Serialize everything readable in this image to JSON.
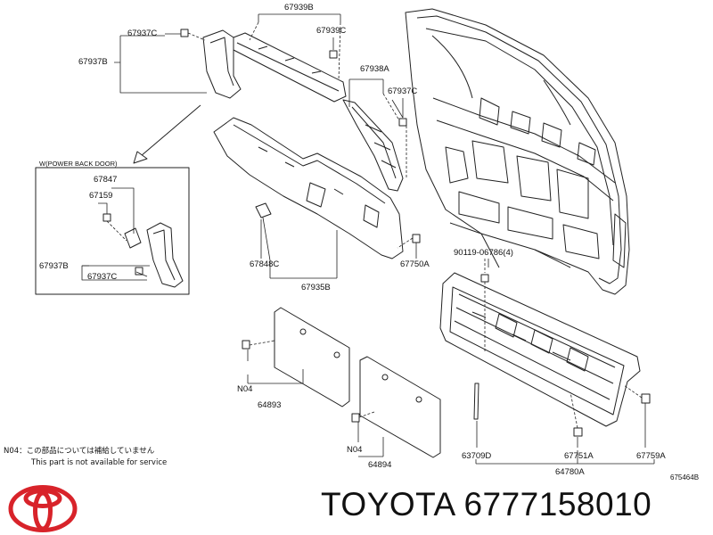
{
  "diagram": {
    "part_labels": {
      "p67939B": "67939B",
      "p67937C_top": "67937C",
      "p67939C": "67939C",
      "p67937B_top": "67937B",
      "p67938A": "67938A",
      "p67937C_right": "67937C",
      "inset_title": "W(POWER BACK DOOR)",
      "p67847": "67847",
      "p67159": "67159",
      "p67937B_inset": "67937B",
      "p67937C_inset": "67937C",
      "p67848C": "67848C",
      "p67935B": "67935B",
      "p67750A": "67750A",
      "p90119": "90119-06786(4)",
      "pN04_a": "N04",
      "p64893": "64893",
      "pN04_b": "N04",
      "p64894": "64894",
      "p63709D": "63709D",
      "p67751A": "67751A",
      "p67759A": "67759A",
      "p64780A": "64780A",
      "diagram_id": "675464B"
    },
    "note_jp": "N04：この部品については補給していません",
    "note_en": "This part is not available for service"
  },
  "footer": {
    "brand_part_text": "TOYOTA 6777158010"
  },
  "colors": {
    "line": "#222222",
    "logo_red": "#d8232a"
  }
}
